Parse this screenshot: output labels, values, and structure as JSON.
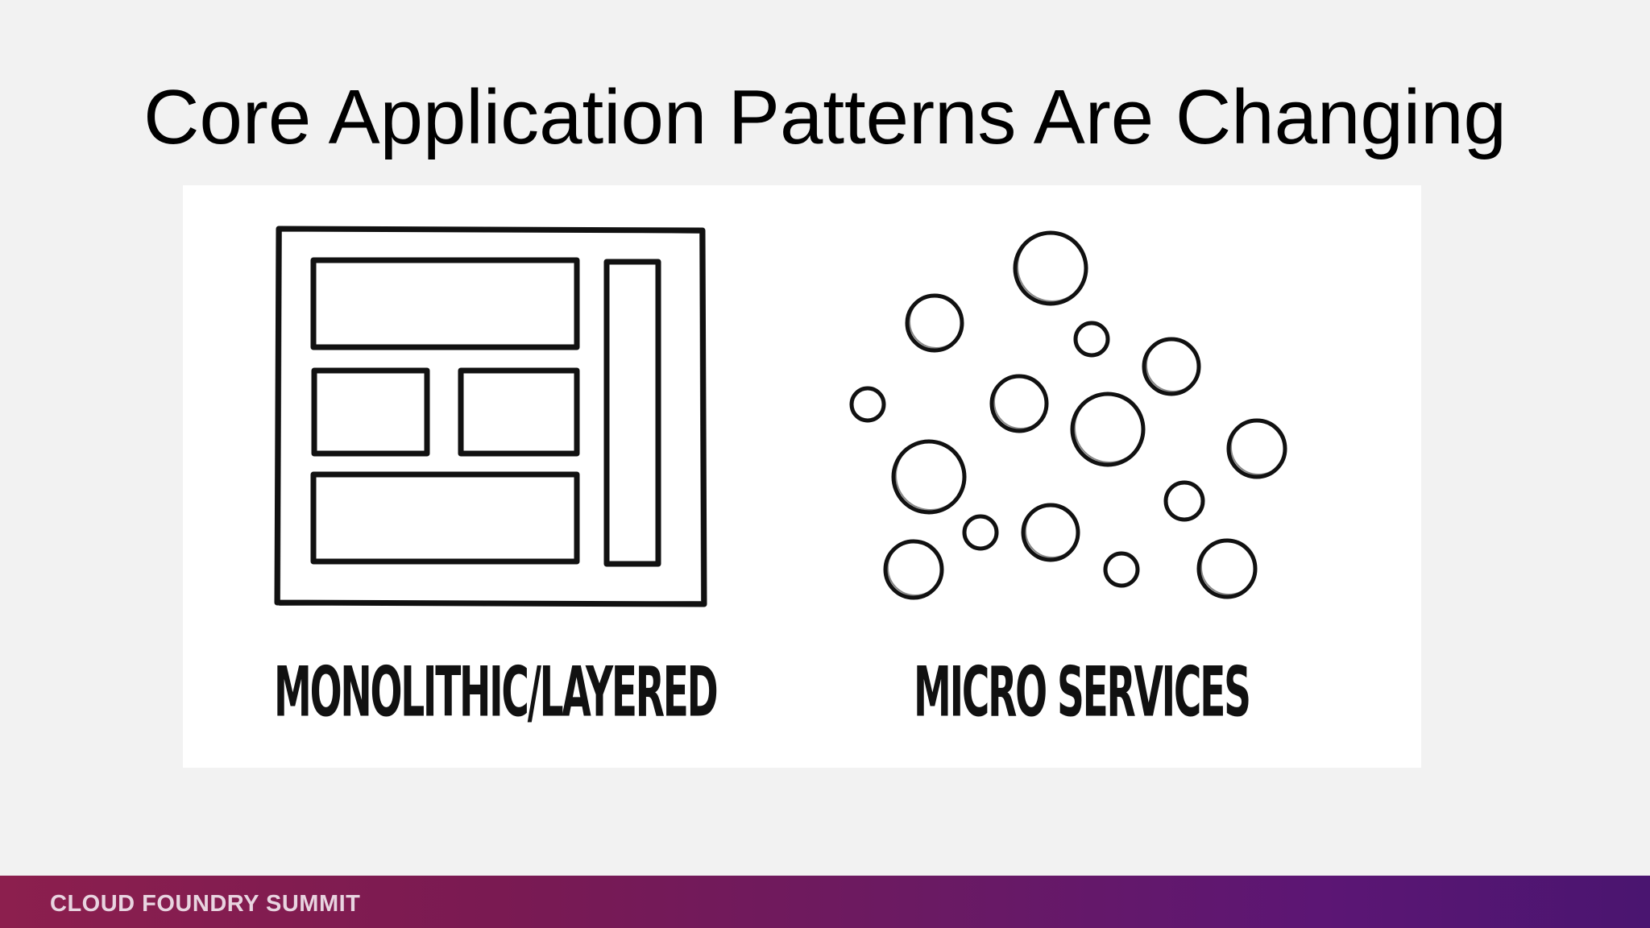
{
  "slide": {
    "title": "Core Application Patterns Are Changing"
  },
  "diagram": {
    "left_caption": "MONOLITHIC/LAYERED",
    "right_caption": "MICRO SERVICES",
    "left_icon": "layered-blocks-icon",
    "right_icon": "bubbles-icon"
  },
  "footer": {
    "label": "CLOUD FOUNDRY SUMMIT",
    "gradient_start": "#8c1f4e",
    "gradient_end": "#4a1570"
  }
}
